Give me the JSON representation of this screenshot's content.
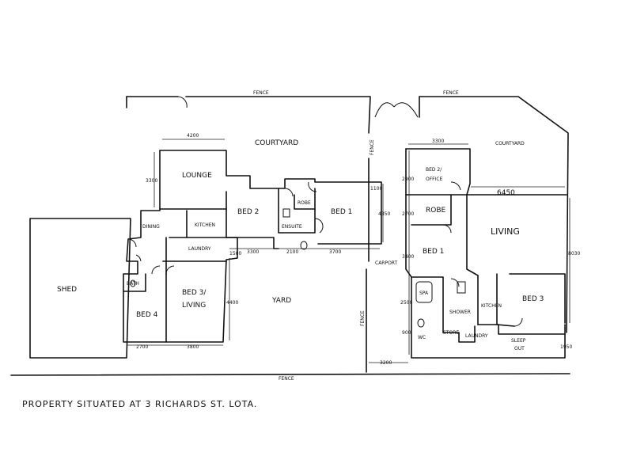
{
  "plan": {
    "rooms": {
      "shed": "SHED",
      "lounge": "LOUNGE",
      "courtyard_left": "COURTYARD",
      "dining": "DINING",
      "kitchen": "KITCHEN",
      "bed2_left": "BED 2",
      "ensuite": "ENSUITE",
      "robe_left": "ROBE",
      "bed1_left": "BED 1",
      "laundry": "LAUNDRY",
      "bath": "BATH",
      "bed4": "BED 4",
      "bed3_living": "BED 3/",
      "bed3_living_2": "LIVING",
      "yard": "YARD",
      "carport": "CARPORT",
      "bed2_office": "BED 2/",
      "bed2_office_2": "OFFICE",
      "courtyard_right": "COURTYARD",
      "robe_right": "ROBE",
      "living": "LIVING",
      "bed1_right": "BED 1",
      "spa": "SPA",
      "shower": "SHOWER",
      "wc": "WC",
      "store": "STORE",
      "kitchen_right": "KITCHEN",
      "laundry_right": "LAUNDRY",
      "bed3_right": "BED 3",
      "sleepout": "SLEEP",
      "sleepout_2": "OUT"
    },
    "dimensions": {
      "lounge_w": "4200",
      "lounge_h": "3300",
      "bed2_right_w": "3300",
      "d1100": "1100",
      "d4350": "4350",
      "d3300_b": "3300",
      "d2100": "2100",
      "d3700": "3700",
      "d1500": "1500",
      "d4400": "4400",
      "d2700": "2700",
      "d3800": "3800",
      "d2900": "2900",
      "d2700_r": "2700",
      "d3400": "3400",
      "d2500": "2500",
      "d900": "900",
      "d6450": "6450",
      "d8030": "8030",
      "d1950": "1950",
      "d3200": "3200"
    },
    "fence_labels": {
      "top_left": "FENCE",
      "top_right": "FENCE",
      "bottom": "FENCE",
      "mid_top": "FENCE",
      "mid_bottom": "FENCE"
    }
  },
  "caption": "PROPERTY SITUATED AT 3 RICHARDS ST. LOTA."
}
